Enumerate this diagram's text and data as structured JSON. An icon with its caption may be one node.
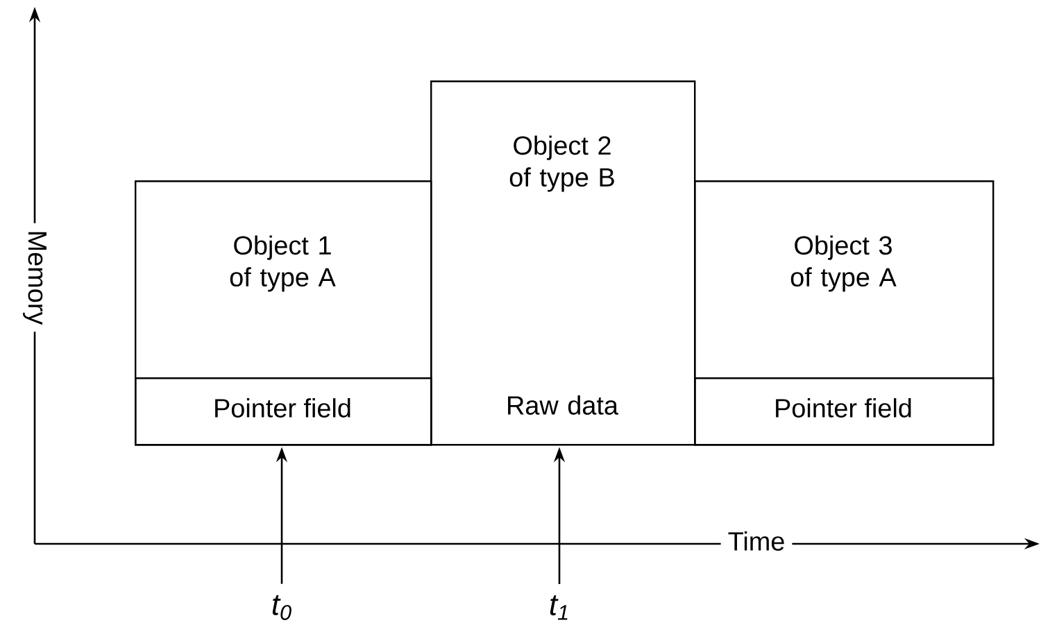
{
  "diagram": {
    "nodes": [
      {
        "text": [
          "Object 1 of type A"
        ]
      },
      {
        "text": [
          "Pointer field"
        ],
        "in": 0
      },
      {
        "text": [
          "Object 2 of type B",
          "Raw data"
        ]
      },
      {
        "text": [
          "Object 3 of type A"
        ]
      },
      {
        "text": [
          "Pointer field"
        ],
        "in": 3
      },
      {
        "text": [
          "t$_{0}$"
        ]
      },
      {
        "text": [
          "t$_{1}$"
        ]
      }
    ],
    "edges": [
      {
        "from": 5,
        "to": 1,
        "arrow": "to"
      },
      {
        "from": 6,
        "to": 2,
        "arrow": "to"
      }
    ],
    "labels": [
      "Memory",
      "Time"
    ]
  }
}
